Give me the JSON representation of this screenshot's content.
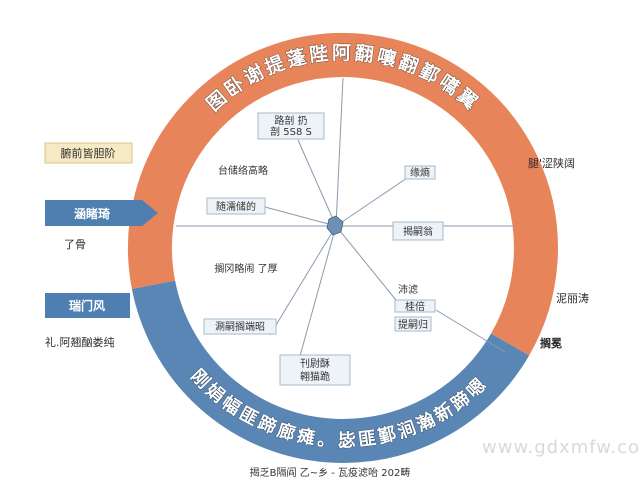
{
  "colors": {
    "ring_top": "#E8845A",
    "ring_bottom": "#5A86B5",
    "box_fill": "#EEF3F8",
    "box_stroke": "#A6B8CC",
    "spoke": "#8C9AAE",
    "hub": "#6F8FB3",
    "callout_yellow": "#F6EAC4",
    "callout_yellow_stroke": "#D8C68C",
    "callout_blue": "#4F7FB0",
    "accent_red": "#D0552E"
  },
  "ring": {
    "top_text": "图卧谢提蓬陛阿翻嚷翻鄞嚆翼",
    "bottom_text": "刚娟幅匪蹄廊瘫。毖匪鄞涧瀚新蹄嗯"
  },
  "inner": {
    "box1_line1": "路剖 扔",
    "box1_line2": "剖 5S8 S",
    "label2": "台储络高略",
    "box3": "随濡储的",
    "box4": "缘熵",
    "box5": "揭嗣翁",
    "label6": "搁冈略闹 了厚",
    "label7": "沛滤",
    "box7b": "桂倍",
    "box7c": "提嗣归",
    "box8": "涮嗣搁端昭",
    "box9_line1": "刊尉酥",
    "box9_line2": "翱猫跪"
  },
  "left": {
    "yellow_callout": "腑前皆胆阶",
    "blue_arrow": "涵睹琦",
    "under_arrow": "了骨",
    "blue_tag": "瑞门风",
    "under_tag": "礼.阿翘酗娄纯"
  },
  "right": {
    "upper": "腿'涩陕阔",
    "middle": "泥丽涛",
    "lower": "搁冕"
  },
  "caption": "揭乏B隔阎 乙~乡 - 瓦疫滤咍 202畴",
  "watermark": "www.gdxmfw.com"
}
